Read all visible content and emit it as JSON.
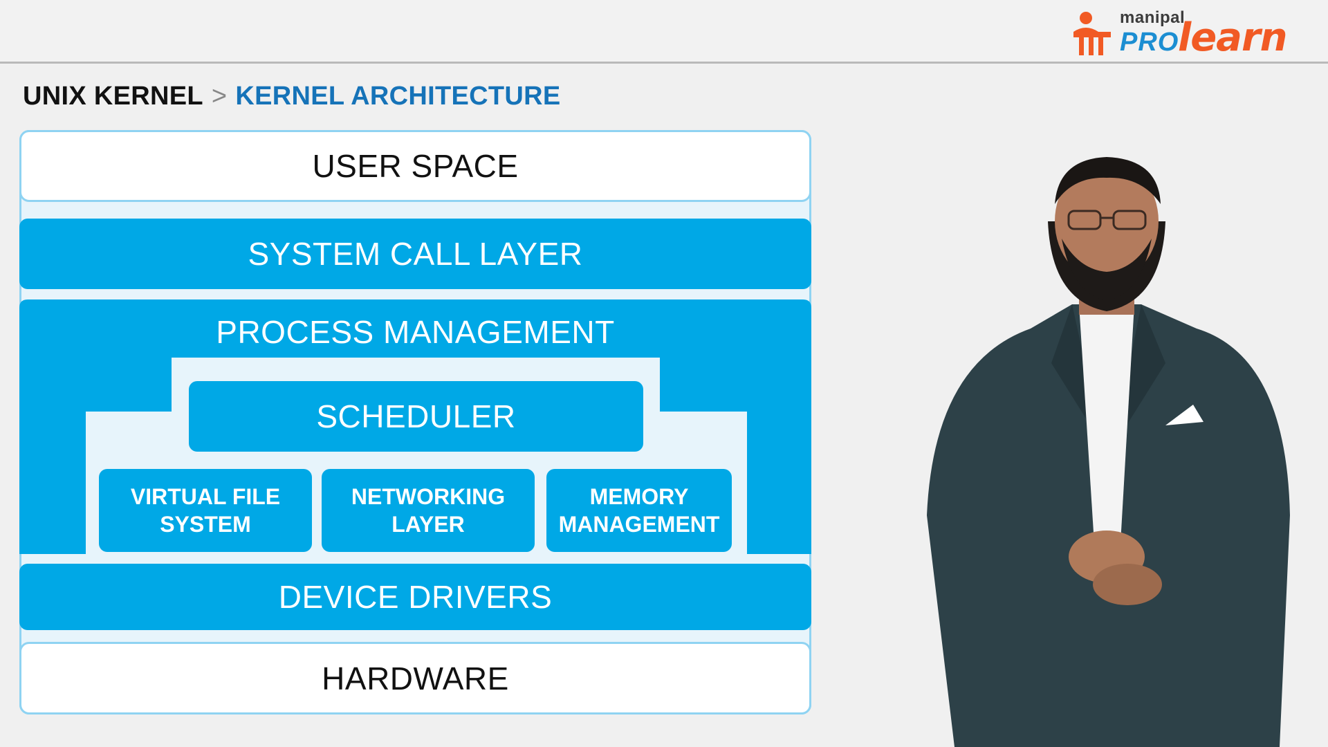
{
  "brand": {
    "manipal": "manipal",
    "pro": "PRO",
    "learn": "learn",
    "colors": {
      "orange": "#f15a24",
      "blue": "#1c8ed2"
    },
    "icon": "person-at-desk-logo-icon"
  },
  "breadcrumb": {
    "root": "UNIX KERNEL",
    "separator": ">",
    "current": "KERNEL ARCHITECTURE"
  },
  "diagram": {
    "user_space": "USER SPACE",
    "system_call_layer": "SYSTEM CALL LAYER",
    "process_management": "PROCESS MANAGEMENT",
    "scheduler": "SCHEDULER",
    "virtual_file_system": "VIRTUAL FILE SYSTEM",
    "networking_layer": "NETWORKING LAYER",
    "memory_management": "MEMORY MANAGEMENT",
    "device_drivers": "DEVICE DRIVERS",
    "hardware": "HARDWARE",
    "colors": {
      "layer_blue": "#00a8e6",
      "outline": "#8fd3f2",
      "white": "#ffffff"
    }
  }
}
